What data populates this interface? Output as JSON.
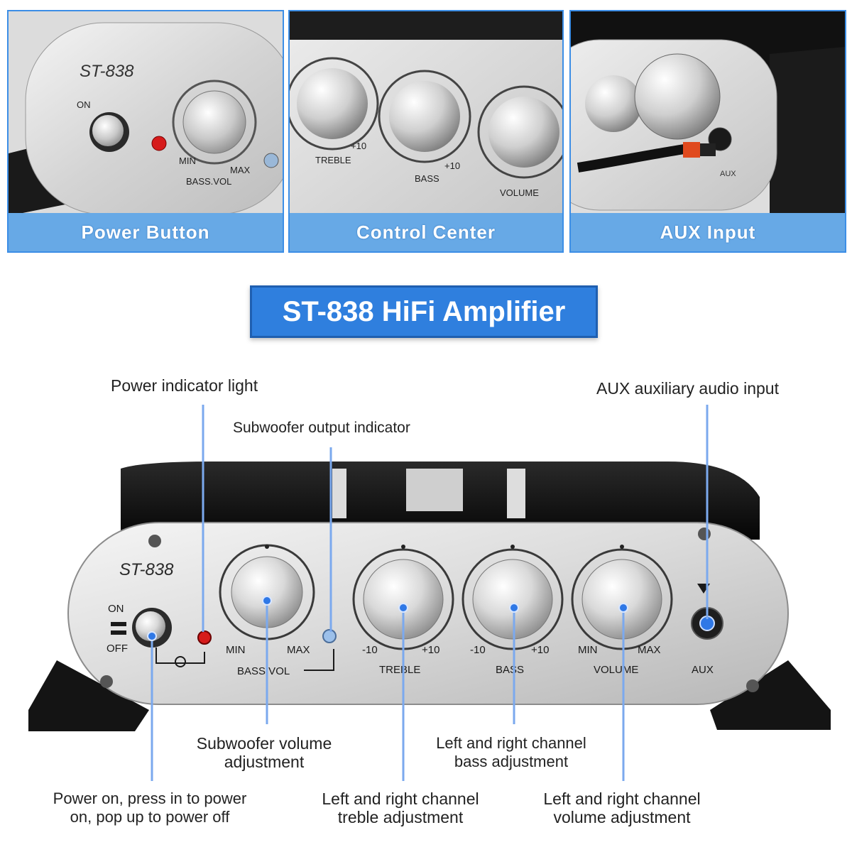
{
  "panels": [
    {
      "caption": "Power Button"
    },
    {
      "caption": "Control Center"
    },
    {
      "caption": "AUX Input"
    }
  ],
  "title": "ST-838 HiFi Amplifier",
  "device": {
    "model": "ST-838",
    "labels": {
      "on": "ON",
      "off": "OFF",
      "min": "MIN",
      "max": "MAX",
      "bass_vol": "BASS.VOL",
      "neg10": "-10",
      "pos10": "+10",
      "treble": "TREBLE",
      "bass": "BASS",
      "volume": "VOLUME",
      "aux": "AUX"
    }
  },
  "callouts": {
    "power_light": "Power indicator light",
    "sub_indicator": "Subwoofer output indicator",
    "aux_input": "AUX auxiliary audio input",
    "sub_volume": [
      "Subwoofer volume",
      "adjustment"
    ],
    "lr_bass": [
      "Left and right channel",
      "bass adjustment"
    ],
    "power_button": [
      "Power on, press in to power",
      "on, pop up to power off"
    ],
    "lr_treble": [
      "Left and right channel",
      "treble adjustment"
    ],
    "lr_volume": [
      "Left and right channel",
      "volume adjustment"
    ]
  },
  "colors": {
    "accent": "#2f7fde",
    "caption_bar": "#67a9e6",
    "led_red": "#d61b1b",
    "led_blue": "#2f78e6"
  }
}
